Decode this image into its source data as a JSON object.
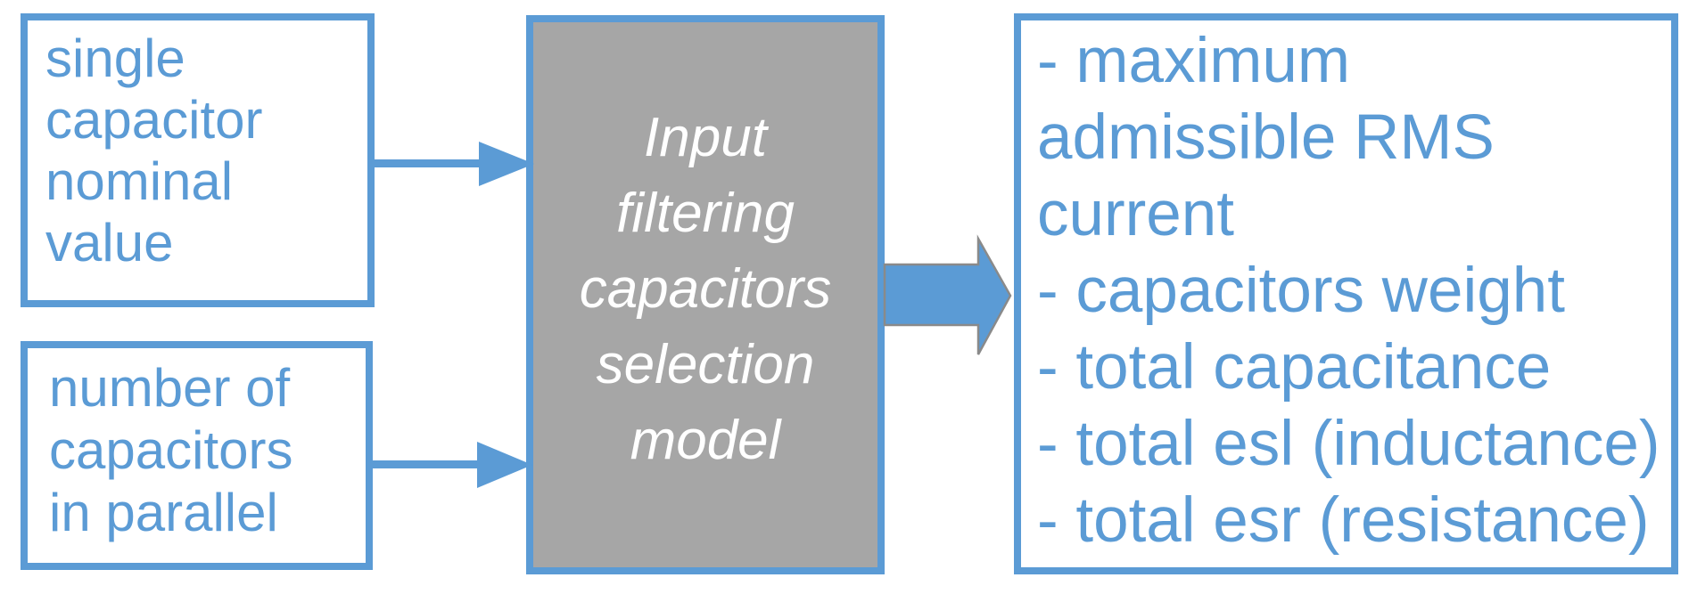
{
  "diagram": {
    "colors": {
      "accent_blue": "#5b9bd5",
      "box_fill_gray": "#a6a6a6",
      "text_white": "#ffffff",
      "arrow_outline_gray": "#8a8a8a",
      "background": "#ffffff"
    },
    "input_boxes": [
      {
        "lines": [
          "single",
          "capacitor",
          "nominal",
          "value"
        ]
      },
      {
        "lines": [
          "number of",
          "capacitors",
          "in parallel"
        ]
      }
    ],
    "model_box": {
      "lines": [
        "Input",
        "filtering",
        "capacitors",
        "selection",
        "model"
      ]
    },
    "output_box": {
      "items": [
        {
          "lines": [
            "- maximum",
            "admissible RMS",
            "current"
          ]
        },
        {
          "lines": [
            "- capacitors weight"
          ]
        },
        {
          "lines": [
            "- total capacitance"
          ]
        },
        {
          "lines": [
            "- total esl (inductance)"
          ]
        },
        {
          "lines": [
            "- total esr (resistance)"
          ]
        }
      ]
    }
  }
}
